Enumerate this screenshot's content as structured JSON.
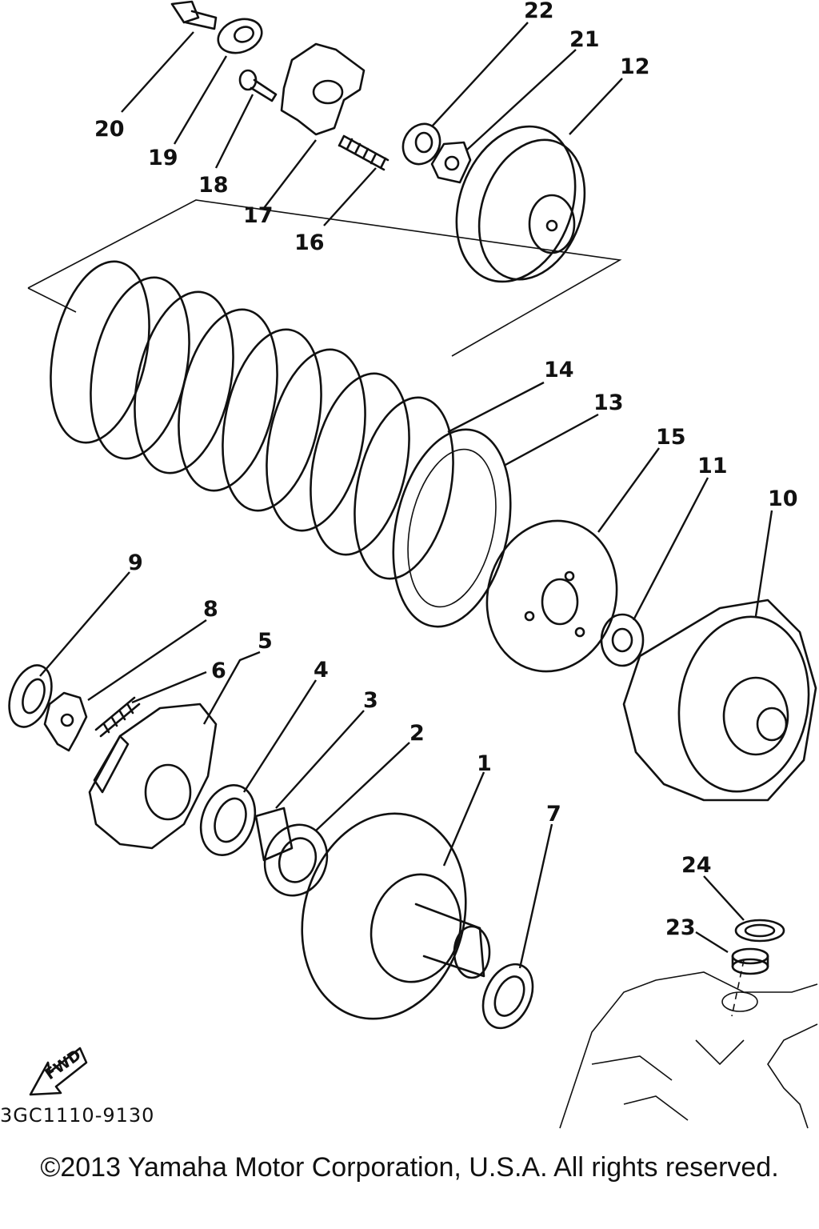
{
  "diagram": {
    "callouts": [
      "1",
      "2",
      "3",
      "4",
      "5",
      "6",
      "7",
      "8",
      "9",
      "10",
      "11",
      "12",
      "13",
      "14",
      "15",
      "16",
      "17",
      "18",
      "19",
      "20",
      "21",
      "22",
      "23",
      "24"
    ],
    "fwd_label": "FWD",
    "drawing_code": "3GC1110-9130"
  },
  "footer": {
    "copyright": "©2013 Yamaha Motor Corporation, U.S.A. All rights reserved."
  }
}
